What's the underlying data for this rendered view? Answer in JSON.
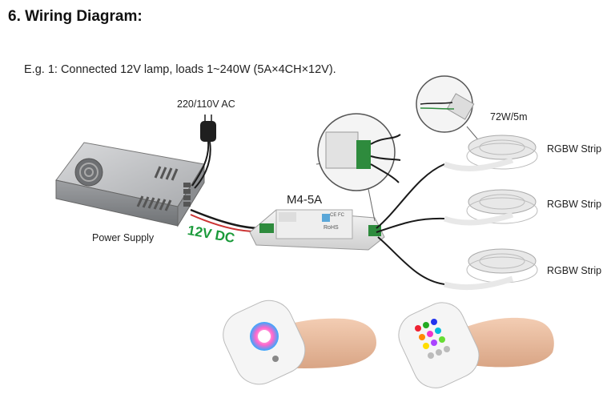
{
  "heading": "6. Wiring Diagram:",
  "example_text": "E.g. 1: Connected 12V lamp, loads 1~240W (5A×4CH×12V).",
  "labels": {
    "ac_input": "220/110V AC",
    "power_supply": "Power Supply",
    "dc_voltage": "12V DC",
    "controller_model": "M4-5A",
    "strip_power": "72W/5m",
    "strip_1": "RGBW Strip",
    "strip_2": "RGBW Strip",
    "strip_3": "RGBW Strip",
    "controller_ce": "CE FC",
    "controller_rohs": "RoHS"
  },
  "colors": {
    "dc_label": "#1a9a3a",
    "wire": "#1a1a1a",
    "strip": "#e8e8e8"
  }
}
